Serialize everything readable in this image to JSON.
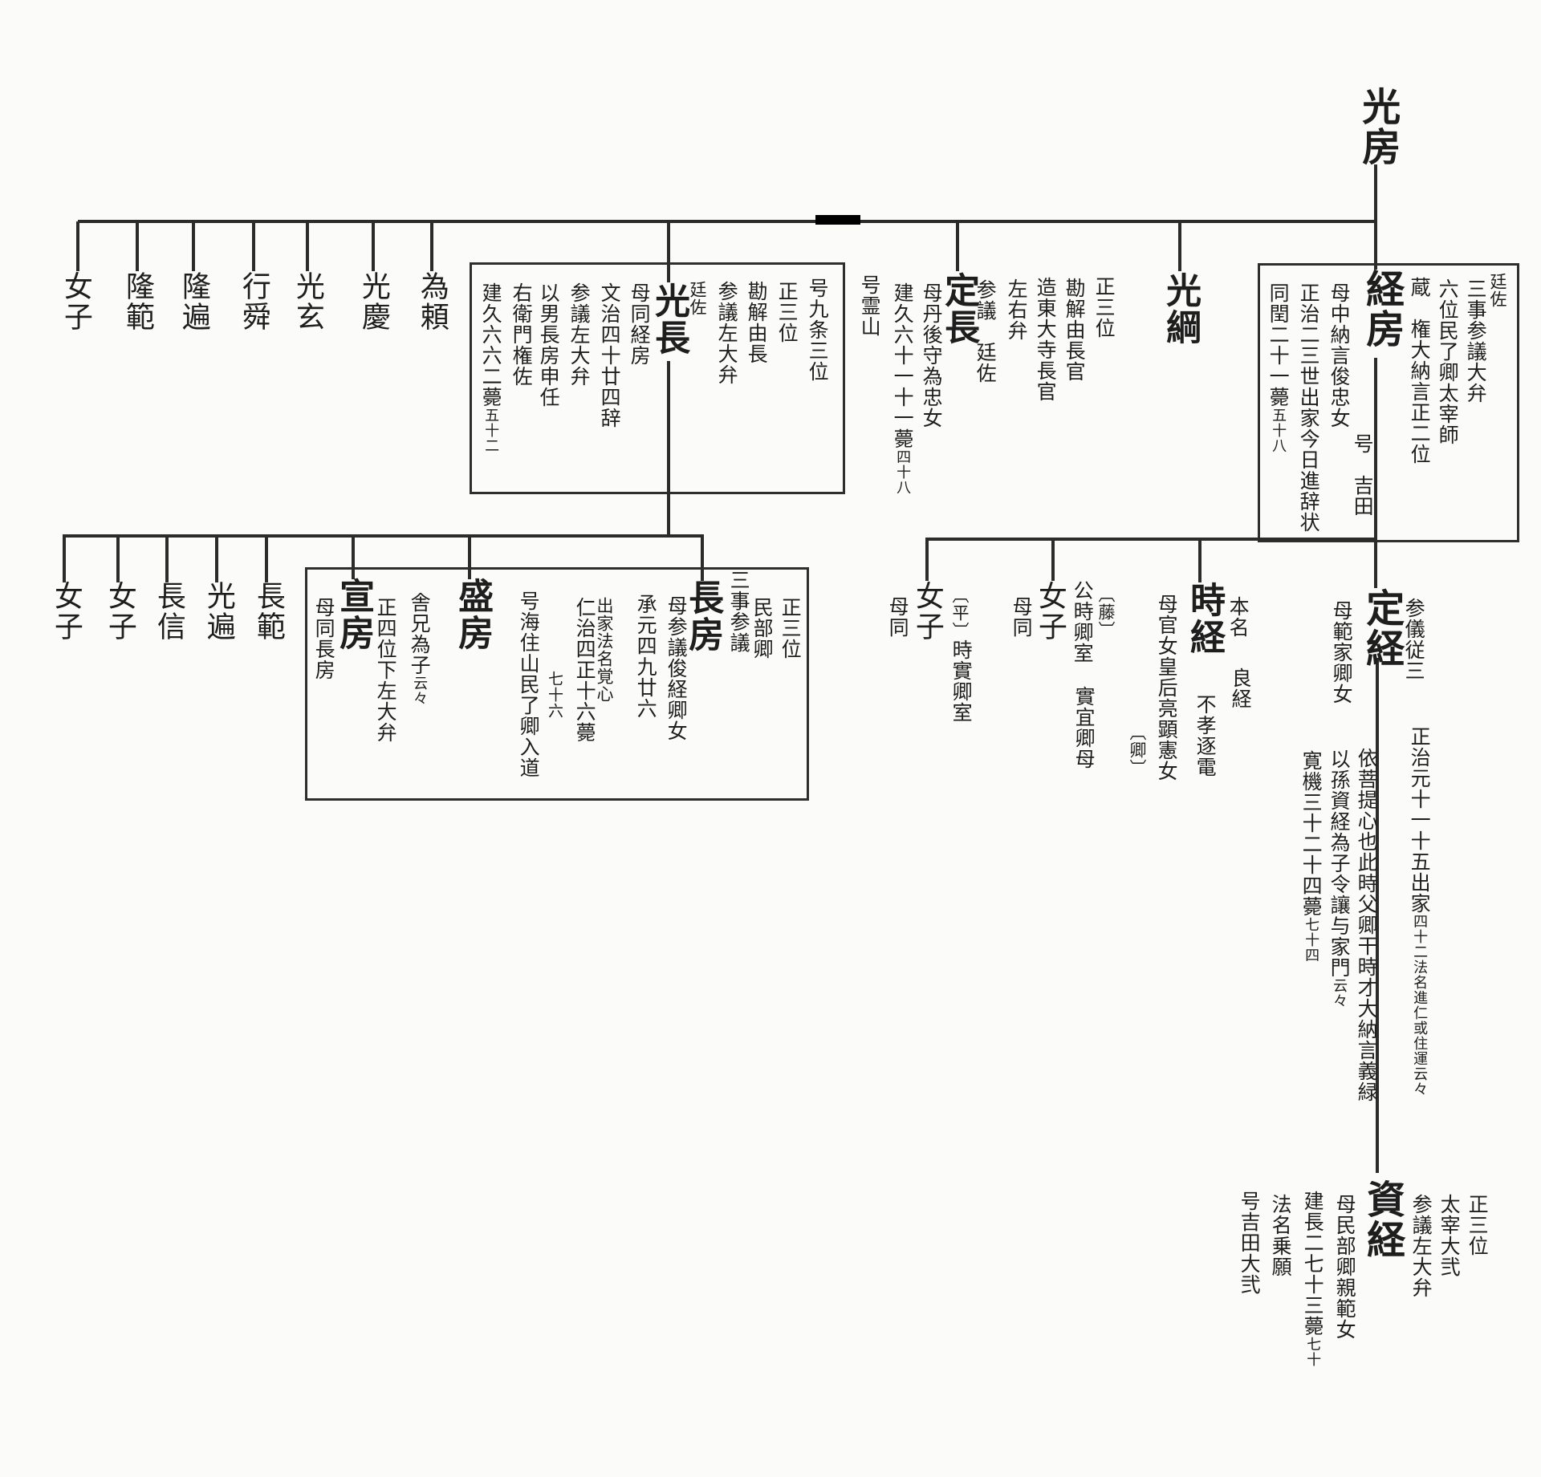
{
  "root": {
    "name": "光房"
  },
  "gen1": [
    {
      "name": "女子"
    },
    {
      "name": "隆範"
    },
    {
      "name": "隆遍"
    },
    {
      "name": "行舜"
    },
    {
      "name": "光玄"
    },
    {
      "name": "光慶"
    },
    {
      "name": "為頼"
    },
    {
      "name": "光長",
      "right": [
        {
          "t": "号九条三位"
        },
        {
          "t": "正三位"
        },
        {
          "t": "勘解由長"
        },
        {
          "t": "参議左大弁"
        },
        {
          "t": "廷佐"
        }
      ],
      "left": [
        {
          "t": "母同経房"
        },
        {
          "t": "文治四十廿四辞"
        },
        {
          "t": "参議左大弁"
        },
        {
          "t": "以男長房申任"
        },
        {
          "t": "右衛門権佐"
        },
        {
          "t": "建久六六二薨",
          "s": "五十二"
        }
      ]
    },
    {
      "name": "定長",
      "right": [
        {
          "t": "参議　廷佐"
        },
        {
          "t": "左右弁"
        },
        {
          "t": "造東大寺長官"
        },
        {
          "t": "勘解由長官"
        },
        {
          "t": "正三位"
        }
      ],
      "left": [
        {
          "t": "母丹後守為忠女"
        },
        {
          "t": "建久六十一十一薨",
          "s": "四十八"
        },
        {
          "t": "号霊山"
        }
      ]
    },
    {
      "name": "光綱"
    },
    {
      "name": "経房",
      "right": [
        {
          "t": "廷佐"
        },
        {
          "t": "三事参議大弁"
        },
        {
          "t": "六位民了卿太宰師"
        },
        {
          "t": "蔵　権大納言正二位"
        }
      ],
      "below": "号　吉田",
      "left": [
        {
          "t": "母中納言俊忠女"
        },
        {
          "t": "正治二三世出家今日進辞状"
        },
        {
          "t": "同閏二十一薨",
          "s": "五十八"
        }
      ]
    }
  ],
  "gen2": [
    {
      "name": "女子"
    },
    {
      "name": "女子"
    },
    {
      "name": "長信"
    },
    {
      "name": "光遍"
    },
    {
      "name": "長範"
    },
    {
      "name": "宣房",
      "right": [
        {
          "t": "舎兄為子",
          "s": "云々"
        },
        {
          "t": "正四位下左大弁"
        }
      ],
      "left": [
        {
          "t": "母同長房"
        }
      ]
    },
    {
      "name": "盛房"
    },
    {
      "name": "長房",
      "right": [
        {
          "t": "三事参議"
        },
        {
          "t": "民部卿"
        },
        {
          "t": "正三位"
        }
      ],
      "left": [
        {
          "t": "母参議俊経卿女"
        },
        {
          "t": "承元四九廿六"
        },
        {
          "t": "出家法名覚心"
        },
        {
          "t": "仁治四正十六薨"
        },
        {
          "t": "七十六"
        },
        {
          "t": "号海住山民了卿入道"
        }
      ]
    }
  ],
  "gen3": [
    {
      "name": "女子",
      "tag": "〔平〕",
      "right": "時實卿室",
      "left": "母同"
    },
    {
      "name": "女子",
      "tag": "〔藤〕",
      "right": "公時卿室",
      "right2": "實宜卿母",
      "left": "母同"
    },
    {
      "name": "時経",
      "r1": "本名",
      "r2": "良経",
      "below": "不孝逐電",
      "left": "母官女皇后亮顕憲女",
      "tag": "〔卿〕"
    },
    {
      "name": "定経",
      "right": "参儀従三",
      "left": "母範家卿女",
      "notes_right": {
        "t": "正治元十一十五出家",
        "s": "四十二法名進仁或住運云々"
      },
      "notes_left": [
        {
          "t": "依菩提心也此時父卿干時才大納言義緑"
        },
        {
          "t": "以孫資経為子令讓与家門",
          "s": "云々"
        },
        {
          "t": "寛機三十二十四薨",
          "s": "七十四"
        }
      ]
    }
  ],
  "gen4": [
    {
      "name": "資経",
      "right": [
        {
          "t": "参議左大弁"
        },
        {
          "t": "太宰大弐"
        },
        {
          "t": "正三位"
        }
      ],
      "left": [
        {
          "t": "母民部卿親範女"
        },
        {
          "t": "建長二七十三薨",
          "s": "七十"
        },
        {
          "t": "法名乗願"
        },
        {
          "t": "号吉田大弐"
        }
      ]
    }
  ]
}
